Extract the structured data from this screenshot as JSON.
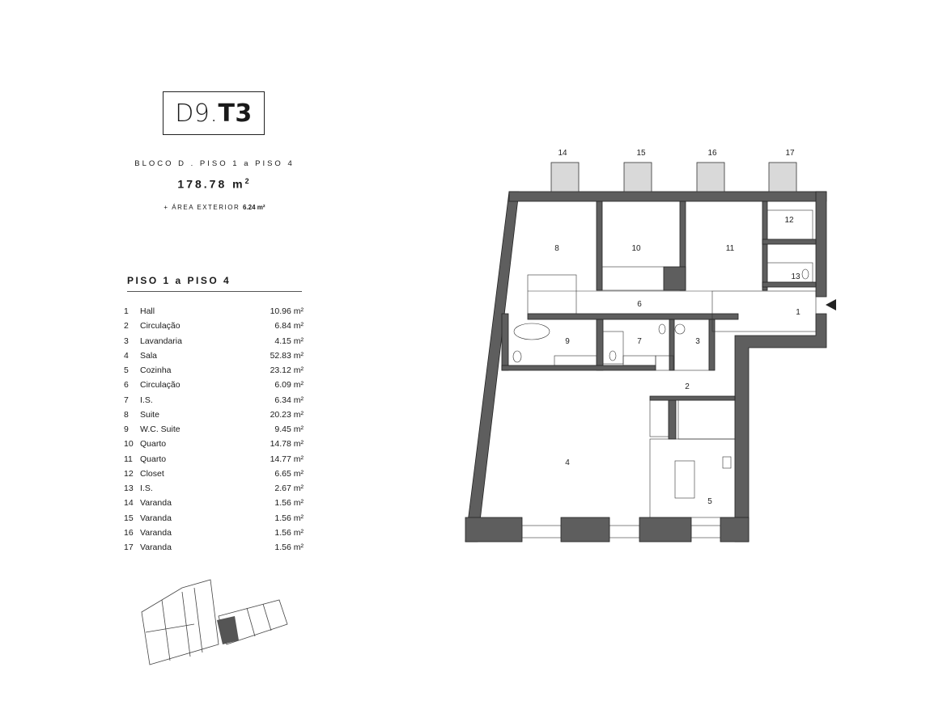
{
  "header": {
    "unit_light": "D9.",
    "unit_bold": "T3",
    "location": "BLOCO D . PISO 1 a PISO 4",
    "area_value": "178.78 m",
    "area_sup": "2",
    "exterior_prefix": "+ ÁREA EXTERIOR",
    "exterior_value": "6.24 m²"
  },
  "section_title": "PISO 1 a PISO 4",
  "rooms": [
    {
      "n": "1",
      "name": "Hall",
      "area": "10.96 m²"
    },
    {
      "n": "2",
      "name": "Circulação",
      "area": "6.84 m²"
    },
    {
      "n": "3",
      "name": "Lavandaria",
      "area": "4.15 m²"
    },
    {
      "n": "4",
      "name": "Sala",
      "area": "52.83 m²"
    },
    {
      "n": "5",
      "name": "Cozinha",
      "area": "23.12 m²"
    },
    {
      "n": "6",
      "name": "Circulação",
      "area": "6.09 m²"
    },
    {
      "n": "7",
      "name": "I.S.",
      "area": "6.34 m²"
    },
    {
      "n": "8",
      "name": "Suite",
      "area": "20.23 m²"
    },
    {
      "n": "9",
      "name": "W.C. Suite",
      "area": "9.45 m²"
    },
    {
      "n": "10",
      "name": "Quarto",
      "area": "14.78 m²"
    },
    {
      "n": "11",
      "name": "Quarto",
      "area": "14.77 m²"
    },
    {
      "n": "12",
      "name": "Closet",
      "area": "6.65 m²"
    },
    {
      "n": "13",
      "name": "I.S.",
      "area": "2.67 m²"
    },
    {
      "n": "14",
      "name": "Varanda",
      "area": "1.56 m²"
    },
    {
      "n": "15",
      "name": "Varanda",
      "area": "1.56 m²"
    },
    {
      "n": "16",
      "name": "Varanda",
      "area": "1.56 m²"
    },
    {
      "n": "17",
      "name": "Varanda",
      "area": "1.56 m²"
    }
  ],
  "plan_labels": {
    "r1": "1",
    "r2": "2",
    "r3": "3",
    "r4": "4",
    "r5": "5",
    "r6": "6",
    "r7": "7",
    "r8": "8",
    "r9": "9",
    "r10": "10",
    "r11": "11",
    "r12": "12",
    "r13": "13",
    "r14": "14",
    "r15": "15",
    "r16": "16",
    "r17": "17"
  },
  "colors": {
    "wall": "#5e5e5e",
    "fixture": "#cfcfcf",
    "line": "#222222"
  }
}
